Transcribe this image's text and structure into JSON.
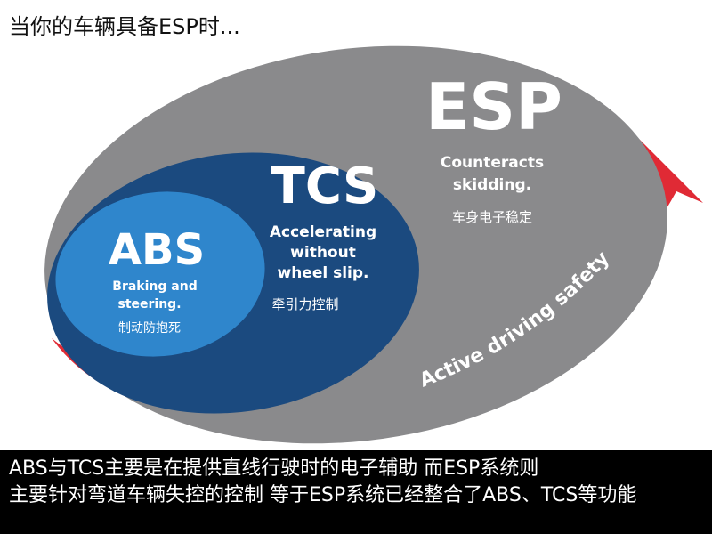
{
  "heading": "当你的车辆具备ESP时...",
  "esp": {
    "title": "ESP",
    "desc_line1": "Counteracts",
    "desc_line2": "skidding.",
    "cn": "车身电子稳定"
  },
  "tcs": {
    "title": "TCS",
    "desc_line1": "Accelerating",
    "desc_line2": "without",
    "desc_line3": "wheel slip.",
    "cn": "牵引力控制"
  },
  "abs": {
    "title": "ABS",
    "desc_line1": "Braking and",
    "desc_line2": "steering.",
    "cn": "制动防抱死"
  },
  "arrow_label": "Active driving safety",
  "caption": {
    "line1": "ABS与TCS主要是在提供直线行驶时的电子辅助 而ESP系统则",
    "line2": "主要针对弯道车辆失控的控制 等于ESP系统已经整合了ABS、TCS等功能"
  },
  "colors": {
    "esp_fill": "#8a8a8c",
    "tcs_fill": "#1b4a7f",
    "abs_fill": "#2f86cc",
    "arrow_fill": "#e02a35",
    "text_light": "#ffffff"
  }
}
